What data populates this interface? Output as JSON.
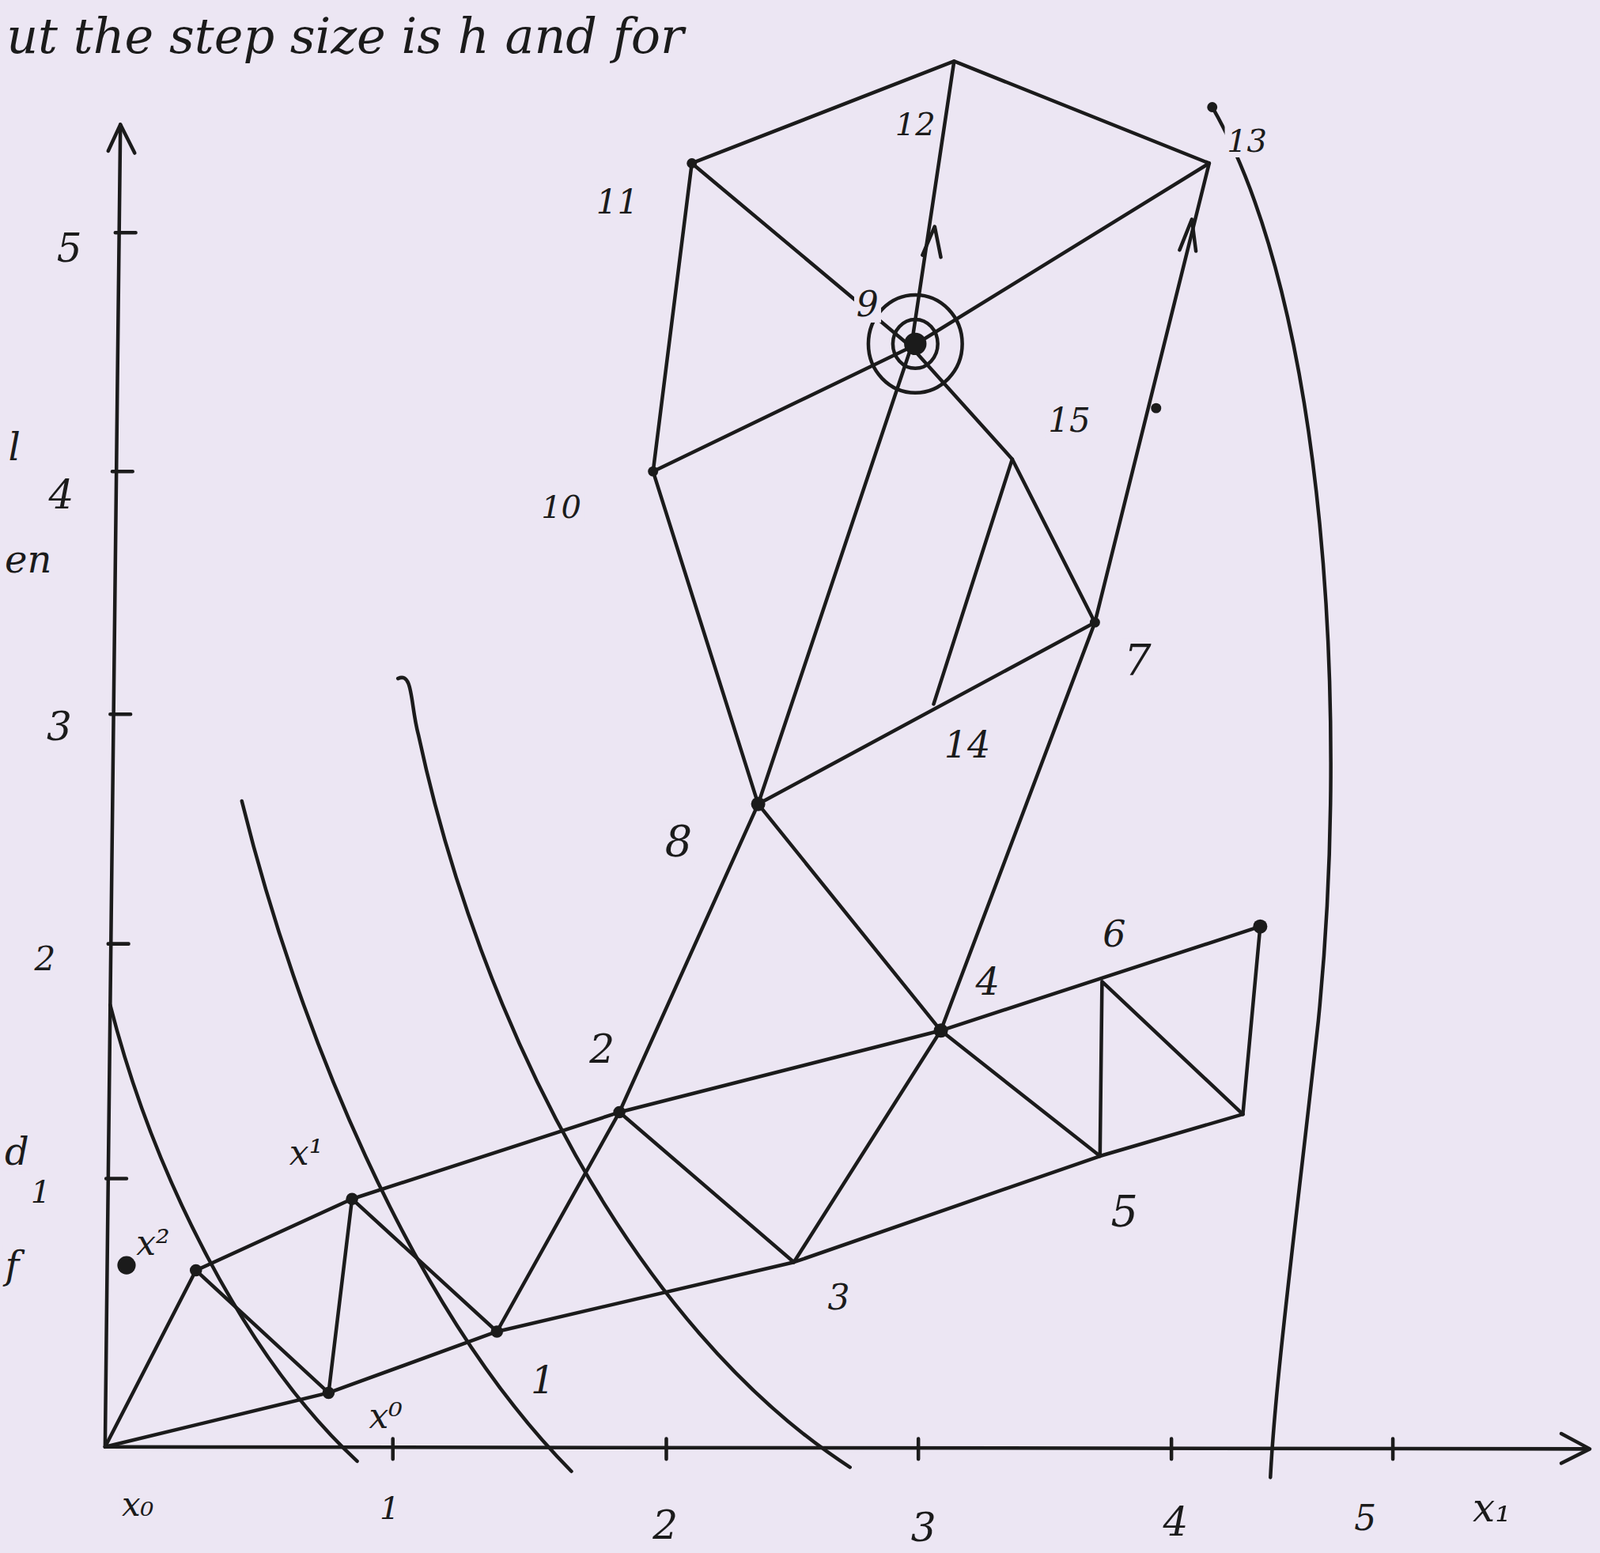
{
  "diagram": {
    "labels": [
      "ut the step size is h and for",
      "5",
      "4",
      "3",
      "2",
      "1",
      "1",
      "2",
      "3",
      "4",
      "5",
      "x₁",
      "x₀",
      "x⁰",
      "x¹",
      "x²",
      "1",
      "2",
      "3",
      "4",
      "5",
      "6",
      "7",
      "8",
      "9",
      "10",
      "11",
      "12",
      "13",
      "14",
      "15",
      "l",
      "en",
      "d",
      "f"
    ]
  }
}
